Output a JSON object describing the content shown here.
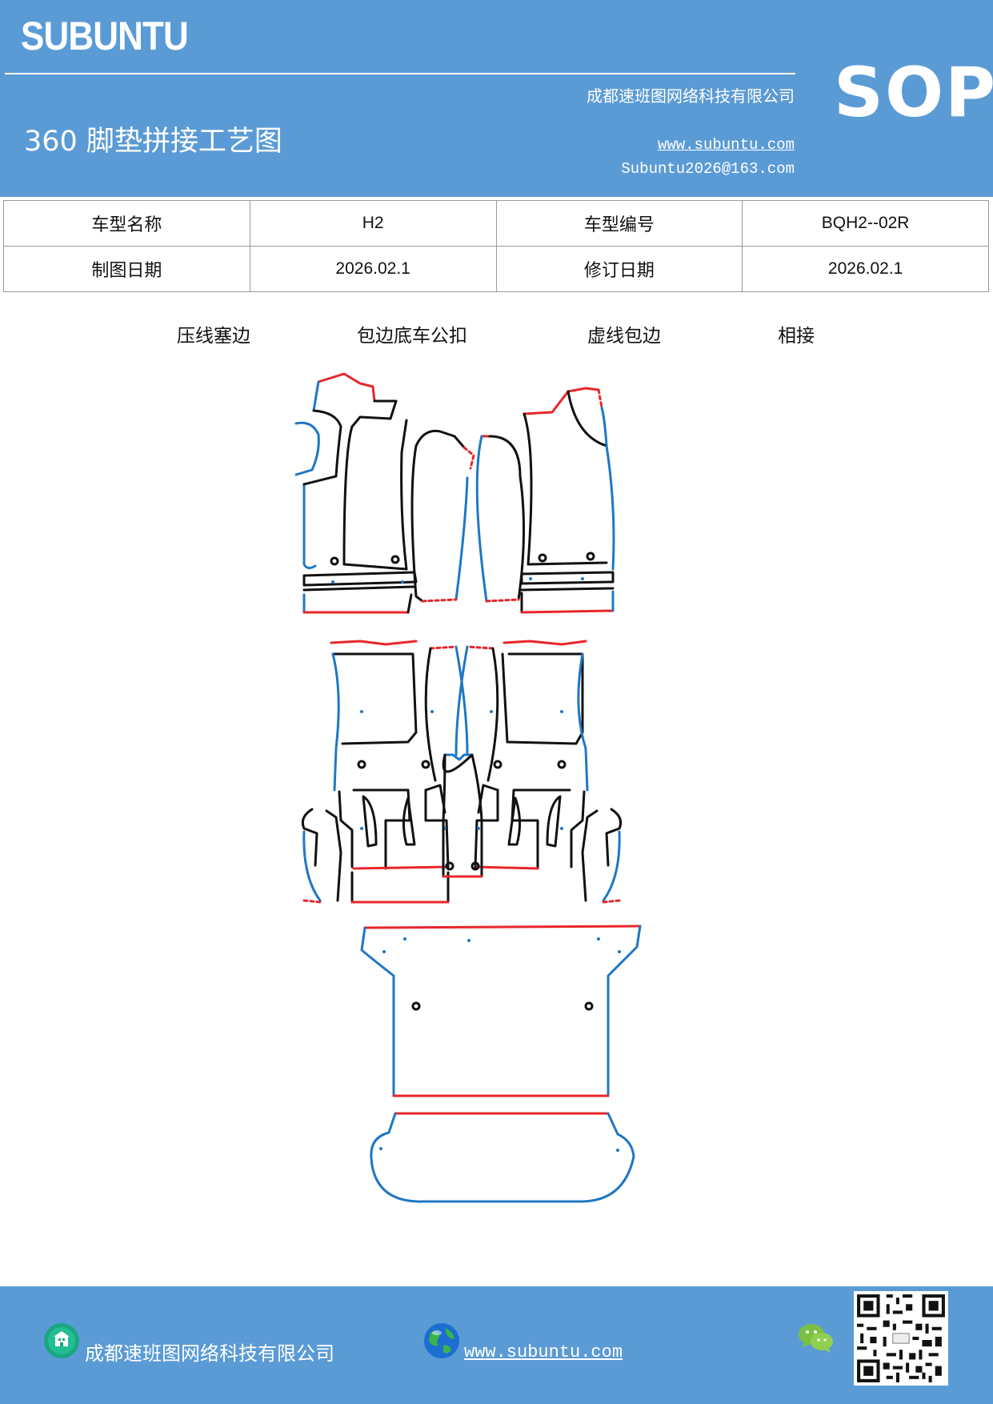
{
  "header": {
    "brand": "SUBUNTU",
    "company": "成都速班图网络科技有限公司",
    "title": "360 脚垫拼接工艺图",
    "website": "www.subuntu.com",
    "email": "Subuntu2026@163.com",
    "badge": "SOP"
  },
  "info_table": {
    "rows": [
      {
        "label1": "车型名称",
        "value1": "H2",
        "label2": "车型编号",
        "value2": "BQH2--02R"
      },
      {
        "label1": "制图日期",
        "value1": "2026.02.1",
        "label2": "修订日期",
        "value2": "2026.02.1"
      }
    ]
  },
  "legend": [
    {
      "label": "压线塞边",
      "color": "#1f77c4",
      "style": "solid"
    },
    {
      "label": "包边底车公扣",
      "color": "#e8262b",
      "style": "solid"
    },
    {
      "label": "虚线包边",
      "color": "#e8262b",
      "style": "dotted"
    },
    {
      "label": "相接",
      "color": "#111111",
      "style": "solid"
    }
  ],
  "colors": {
    "header_bg": "#5b9bd5",
    "blue_edge": "#1f77c4",
    "red_edge": "#e8262b",
    "join": "#111111"
  },
  "footer": {
    "company": "成都速班图网络科技有限公司",
    "website": "www.subuntu.com",
    "icons": [
      "building-icon",
      "globe-icon",
      "wechat-icon",
      "qr-code"
    ]
  }
}
